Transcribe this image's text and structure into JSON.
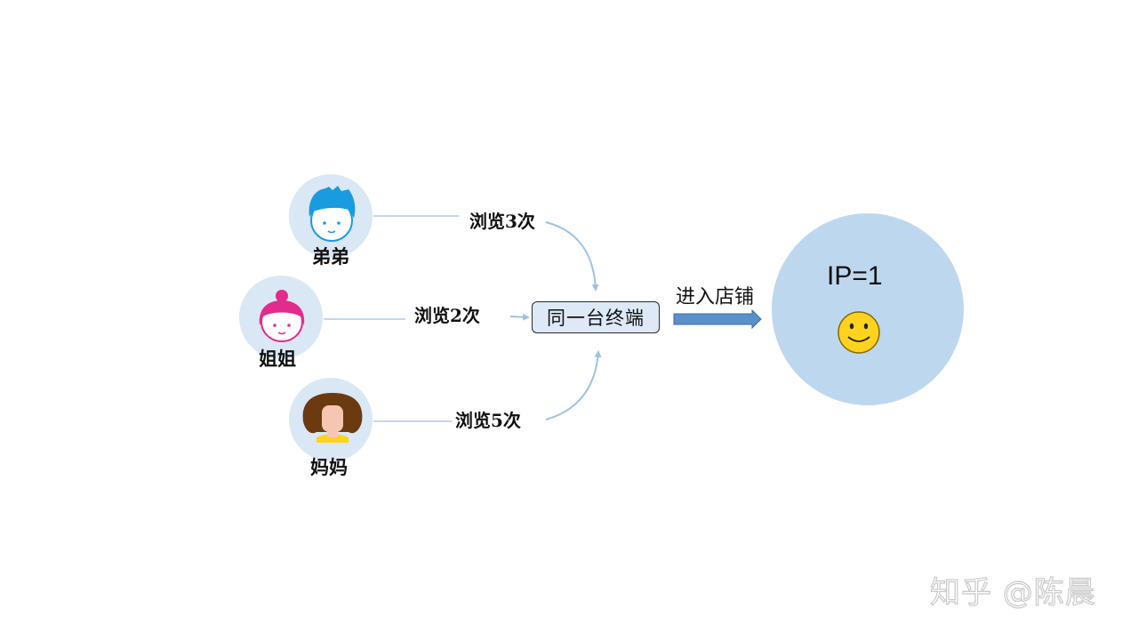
{
  "people": [
    {
      "name": "弟弟",
      "action": "浏览3次",
      "avatar_icon": "boy-face-icon",
      "hair_color": "#1a9be0"
    },
    {
      "name": "姐姐",
      "action": "浏览2次",
      "avatar_icon": "girl-bun-face-icon",
      "hair_color": "#e22b8a"
    },
    {
      "name": "妈妈",
      "action": "浏览5次",
      "avatar_icon": "woman-face-icon",
      "hair_color": "#6b3a10"
    }
  ],
  "device": {
    "label": "同一台终端"
  },
  "enter": {
    "label": "进入店铺"
  },
  "result": {
    "label": "IP=1",
    "icon": "smiley-face-icon"
  },
  "watermark": {
    "text": "知乎 @陈晨"
  },
  "colors": {
    "avatar_bg": "#dae7f4",
    "connector": "#c3d8ec",
    "arrow": "#9ec2e3",
    "device_fill": "#dde9f6",
    "big_circle": "#bdd7ee",
    "block_arrow": "#5b8fc9",
    "smiley": "#ffd21f"
  }
}
